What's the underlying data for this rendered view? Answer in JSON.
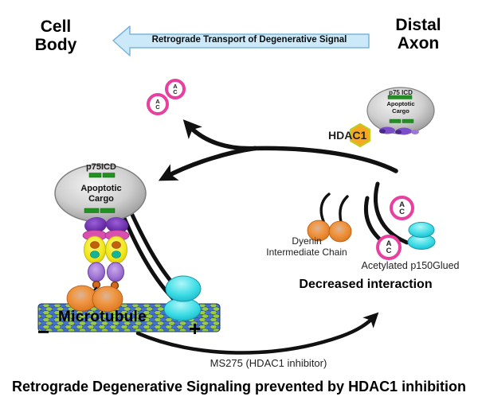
{
  "title": "Retrograde Degenerative Signaling prevented by HDAC1 inhibition",
  "header": {
    "cell_body": {
      "line1": "Cell",
      "line2": "Body"
    },
    "distal_axon": {
      "line1": "Distal",
      "line2": "Axon"
    },
    "transport_arrow": {
      "label": "Retrograde Transport of Degenerative Signal"
    }
  },
  "cell_body_complex": {
    "receptor_label": "p75ICD",
    "cargo_line1": "Apoptotic",
    "cargo_line2": "Cargo"
  },
  "distal_complex": {
    "receptor_label": "p75 ICD",
    "cargo_line1": "Apoptotic",
    "cargo_line2": "Cargo",
    "hdac1_label": "HDAC1"
  },
  "microtubule": {
    "label": "Microtubule",
    "minus_end": "−",
    "plus_end": "+"
  },
  "interaction": {
    "dynein_line1": "Dyenin",
    "dynein_line2": "Intermediate Chain",
    "p150_label": "Acetylated p150Glued",
    "status_label": "Decreased interaction"
  },
  "inhibitor_label": "MS275 (HDAC1 inhibitor)",
  "acetyl": {
    "a": "A",
    "c": "C"
  },
  "colors": {
    "acetyl_ring": "#e8409e",
    "transport_arrow_fill": "#cbe9f8",
    "transport_arrow_border": "#7ab5da",
    "hdac1_fill": "#f7a823",
    "microtubule_blue": "#4472cc",
    "microtubule_green": "#9ccc3c",
    "dynein_orange": "#e87818",
    "p150_cyan": "#35d9e3",
    "cargo_gray": "#b9b9b9",
    "green_bar": "#239023",
    "dynein_yellow": "#f0e618",
    "dynein_purple": "#9b6fd0"
  }
}
